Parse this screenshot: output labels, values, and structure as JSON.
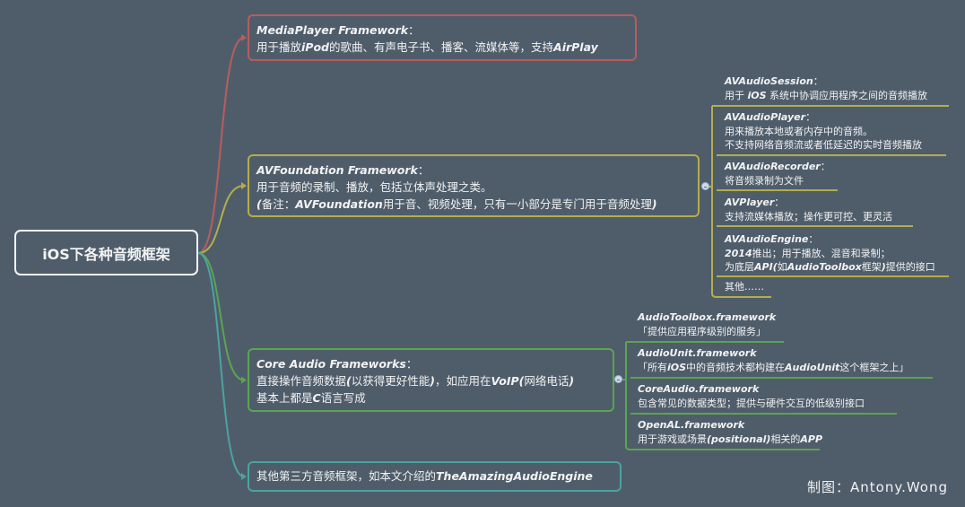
{
  "root": {
    "label": "iOS下各种音频框架"
  },
  "colors": {
    "media": "#b85d5d",
    "av": "#b3ae4c",
    "core": "#5ba54f",
    "other": "#4ca3a0",
    "bg": "#4f5d6b"
  },
  "nodes": [
    {
      "id": "mediaplayer",
      "lines": [
        [
          {
            "t": "MediaPlayer Framework",
            "i": true
          },
          {
            "t": "："
          }
        ],
        [
          {
            "t": "用于播放"
          },
          {
            "t": "iPod",
            "i": true
          },
          {
            "t": "的歌曲、有声电子书、播客、流媒体等，支持"
          },
          {
            "t": "AirPlay",
            "i": true
          }
        ]
      ]
    },
    {
      "id": "avfoundation",
      "lines": [
        [
          {
            "t": "AVFoundation Framework",
            "i": true
          },
          {
            "t": "："
          }
        ],
        [
          {
            "t": "用于音频的录制、播放，包括立体声处理之类。"
          }
        ],
        [
          {
            "t": "(",
            "i": true
          },
          {
            "t": "备注："
          },
          {
            "t": "AVFoundation",
            "i": true
          },
          {
            "t": "用于音、视频处理，只有一小部分是专门用于音频处理"
          },
          {
            "t": ")",
            "i": true
          }
        ]
      ]
    },
    {
      "id": "coreaudio",
      "lines": [
        [
          {
            "t": "Core Audio Frameworks",
            "i": true
          },
          {
            "t": "："
          }
        ],
        [
          {
            "t": "直接操作音频数据"
          },
          {
            "t": "(",
            "i": true
          },
          {
            "t": "以获得更好性能"
          },
          {
            "t": ")",
            "i": true
          },
          {
            "t": "，如应用在"
          },
          {
            "t": "VoIP(",
            "i": true
          },
          {
            "t": "网络电话"
          },
          {
            "t": ")",
            "i": true
          }
        ],
        [
          {
            "t": "基本上都是"
          },
          {
            "t": "C",
            "i": true
          },
          {
            "t": "语言写成"
          }
        ]
      ]
    },
    {
      "id": "thirdparty",
      "lines": [
        [
          {
            "t": "其他第三方音频框架，如本文介绍的"
          },
          {
            "t": "TheAmazingAudioEngine",
            "i": true
          }
        ]
      ]
    }
  ],
  "av_children": [
    {
      "lines": [
        [
          {
            "t": "AVAudioSession",
            "i": true
          },
          {
            "t": "："
          }
        ],
        [
          {
            "t": "用于 "
          },
          {
            "t": "iOS",
            "i": true
          },
          {
            "t": " 系统中协调应用程序之间的音频播放"
          }
        ]
      ]
    },
    {
      "lines": [
        [
          {
            "t": "AVAudioPlayer",
            "i": true
          },
          {
            "t": "："
          }
        ],
        [
          {
            "t": "用来播放本地或者内存中的音频。"
          }
        ],
        [
          {
            "t": "不支持网络音频流或者低延迟的实时音频播放"
          }
        ]
      ]
    },
    {
      "lines": [
        [
          {
            "t": "AVAudioRecorder",
            "i": true
          },
          {
            "t": "："
          }
        ],
        [
          {
            "t": "将音频录制为文件"
          }
        ]
      ]
    },
    {
      "lines": [
        [
          {
            "t": "AVPlayer",
            "i": true
          },
          {
            "t": "："
          }
        ],
        [
          {
            "t": "支持流媒体播放；操作更可控、更灵活"
          }
        ]
      ]
    },
    {
      "lines": [
        [
          {
            "t": "AVAudioEngine",
            "i": true
          },
          {
            "t": "："
          }
        ],
        [
          {
            "t": "2014",
            "i": true
          },
          {
            "t": "推出；用于播放、混音和录制；"
          }
        ],
        [
          {
            "t": "为底层"
          },
          {
            "t": "API(",
            "i": true
          },
          {
            "t": "如"
          },
          {
            "t": "AudioToolbox",
            "i": true
          },
          {
            "t": "框架"
          },
          {
            "t": ")",
            "i": true
          },
          {
            "t": "提供的接口"
          }
        ]
      ]
    },
    {
      "lines": [
        [
          {
            "t": "其他……"
          }
        ]
      ]
    }
  ],
  "core_children": [
    {
      "lines": [
        [
          {
            "t": "AudioToolbox.framework",
            "i": true
          }
        ],
        [
          {
            "t": "「提供应用程序级别的服务」"
          }
        ]
      ]
    },
    {
      "lines": [
        [
          {
            "t": "AudioUnit.framework",
            "i": true
          }
        ],
        [
          {
            "t": "「所有"
          },
          {
            "t": "iOS",
            "i": true
          },
          {
            "t": "中的音频技术都构建在"
          },
          {
            "t": "AudioUnit",
            "i": true
          },
          {
            "t": "这个框架之上」"
          }
        ]
      ]
    },
    {
      "lines": [
        [
          {
            "t": "CoreAudio.framework",
            "i": true
          }
        ],
        [
          {
            "t": "包含常见的数据类型；提供与硬件交互的低级别接口"
          }
        ]
      ]
    },
    {
      "lines": [
        [
          {
            "t": "OpenAL.framework",
            "i": true
          }
        ],
        [
          {
            "t": "用于游戏或场景"
          },
          {
            "t": "(positional)",
            "i": true
          },
          {
            "t": "相关的"
          },
          {
            "t": "APP",
            "i": true
          }
        ]
      ]
    }
  ],
  "credit": "制图：Antony.Wong"
}
